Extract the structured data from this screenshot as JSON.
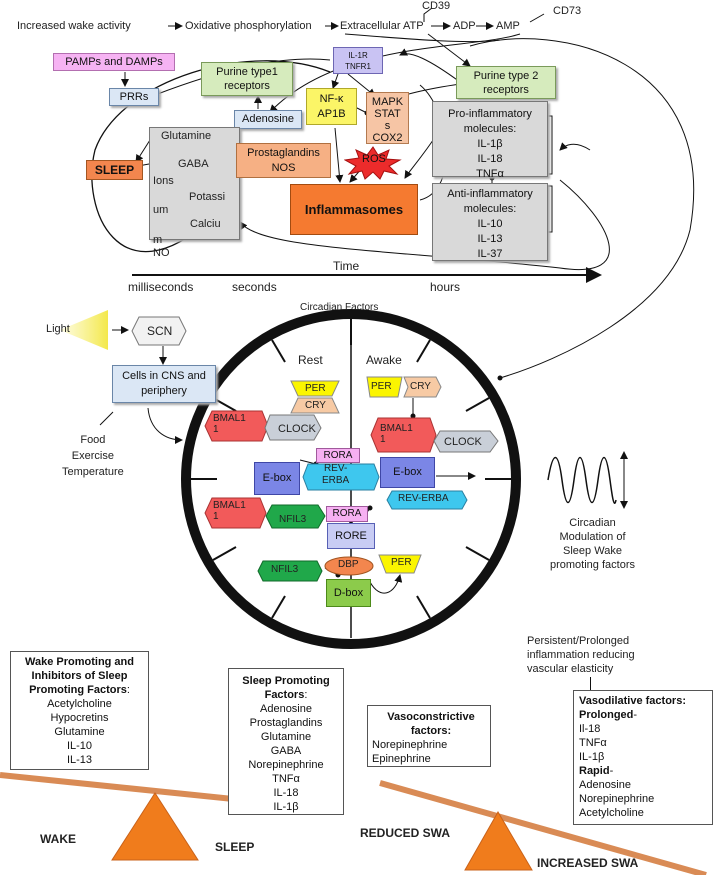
{
  "top": {
    "pathway": [
      "Increased wake activity",
      "Oxidative phosphorylation",
      "Extracellular ATP",
      "ADP",
      "AMP"
    ],
    "cd39": "CD39",
    "cd73": "CD73",
    "pamps": "PAMPs and DAMPs",
    "prrs": "PRRs",
    "purine1": [
      "Purine type1",
      "receptors"
    ],
    "il1r": [
      "IL-1R",
      "TNFR1"
    ],
    "purine2": [
      "Purine type 2",
      "receptors"
    ],
    "adenosine": "Adenosine",
    "nfk": [
      "NF-κ",
      "AP1B"
    ],
    "mapk": [
      "MAPK",
      "STAT",
      "s",
      "COX2"
    ],
    "ros": "ROS",
    "sleep": "SLEEP",
    "glutamine_box": [
      "Glutamine",
      "GABA",
      "Ions",
      "Potassi",
      "um",
      "Calciu",
      "m",
      "NO"
    ],
    "prostaglandins": [
      "Prostaglandins",
      "NOS"
    ],
    "inflammasomes": "Inflammasomes",
    "pro_inflammatory": [
      "Pro-inflammatory",
      "molecules:",
      "IL-1β",
      "IL-18",
      "TNFα"
    ],
    "anti_inflammatory": [
      "Anti-inflammatory",
      "molecules:",
      "IL-10",
      "IL-13",
      "IL-37"
    ],
    "time": "Time",
    "time_scale": [
      "milliseconds",
      "seconds",
      "hours"
    ]
  },
  "circadian": {
    "title": "Circadian Factors",
    "light": "Light",
    "scn": "SCN",
    "cells": [
      "Cells in CNS and",
      "periphery"
    ],
    "inputs": [
      "Food",
      "Exercise",
      "Temperature"
    ],
    "rest": "Rest",
    "awake": "Awake",
    "per": "PER",
    "cry": "CRY",
    "bmal": [
      "BMAL1",
      "1"
    ],
    "clock": "CLOCK",
    "rora": "RORA",
    "reverba": [
      "REV-",
      "ERBA"
    ],
    "rev_erba": "REV-ERBA",
    "ebox": "E-box",
    "nfil3": "NFIL3",
    "rore": "RORE",
    "dbp": "DBP",
    "dbox": "D-box",
    "modulation": [
      "Circadian",
      "Modulation of",
      "Sleep Wake",
      "promoting factors"
    ]
  },
  "bottom": {
    "wake_box_title": [
      "Wake Promoting and",
      "Inhibitors of Sleep",
      "Promoting Factors"
    ],
    "wake_box_colon": ":",
    "wake_items": [
      "Acetylcholine",
      "Hypocretins",
      "Glutamine",
      "IL-10",
      "IL-13"
    ],
    "sleep_box_title": [
      "Sleep Promoting",
      "Factors"
    ],
    "sleep_box_colon": ":",
    "sleep_items": [
      "Adenosine",
      "Prostaglandins",
      "Glutamine",
      "GABA",
      "Norepinephrine",
      "TNFα",
      "IL-18",
      "IL-1β"
    ],
    "vaso_title": [
      "Vasoconstrictive",
      "factors:"
    ],
    "vaso_items": [
      "Norepinephrine",
      "Epinephrine"
    ],
    "persistent": [
      "Persistent/Prolonged",
      "inflammation reducing",
      "vascular elasticity"
    ],
    "vasodil_title": "Vasodilative factors:",
    "prolonged": "Prolonged",
    "prolonged_items": [
      "Il-18",
      "TNFα",
      "IL-1β"
    ],
    "rapid": "Rapid",
    "rapid_items": [
      "Adenosine",
      "Norepinephrine",
      "Acetylcholine"
    ],
    "wake": "WAKE",
    "sleep": "SLEEP",
    "reduced_swa": "REDUCED SWA",
    "increased_swa": "INCREASED SWA"
  }
}
